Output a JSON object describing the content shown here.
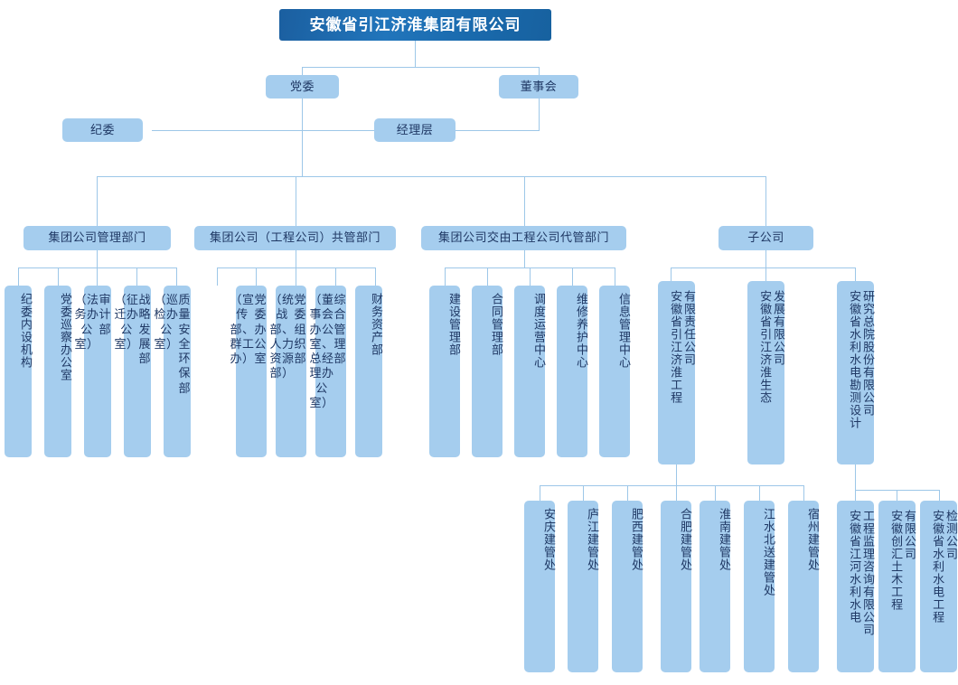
{
  "root": {
    "label": "安徽省引江济淮集团有限公司"
  },
  "level2": [
    {
      "name": "party-committee",
      "label": "党委"
    },
    {
      "name": "board-of-directors",
      "label": "董事会"
    }
  ],
  "level3": [
    {
      "name": "discipline-committee",
      "label": "纪委"
    },
    {
      "name": "management-layer",
      "label": "经理层"
    }
  ],
  "categories": [
    {
      "name": "group-management-departments",
      "label": "集团公司管理部门"
    },
    {
      "name": "jointly-managed-departments",
      "label": "集团公司（工程公司）共管部门"
    },
    {
      "name": "delegated-departments",
      "label": "集团公司交由工程公司代管部门"
    },
    {
      "name": "subsidiaries",
      "label": "子公司"
    }
  ],
  "group1": [
    {
      "name": "dept-discipline-internal",
      "main": "纪委内设机构",
      "sub": ""
    },
    {
      "name": "dept-party-inspection-office",
      "main": "党委巡察办公室",
      "sub": ""
    },
    {
      "name": "dept-audit",
      "main": "审计部",
      "sub": "（法务办公室）"
    },
    {
      "name": "dept-strategic-development",
      "main": "战略发展部",
      "sub": "（征迁办公室）"
    },
    {
      "name": "dept-quality-safety-environment",
      "main": "质量安全环保部",
      "sub": "（巡检办公室）"
    }
  ],
  "group2": [
    {
      "name": "dept-party-committee-office",
      "main": "党委办公室",
      "sub": "（宣传部、群工办）"
    },
    {
      "name": "dept-party-organization",
      "main": "党委组织部",
      "sub": "（统战部、人力资源部）"
    },
    {
      "name": "dept-general-management",
      "main": "综合管理部",
      "sub": "（董事会办公室、总经理办公室）"
    },
    {
      "name": "dept-finance-assets",
      "main": "财务资产部",
      "sub": ""
    }
  ],
  "group3": [
    {
      "name": "dept-construction-management",
      "main": "建设管理部",
      "sub": ""
    },
    {
      "name": "dept-contract-management",
      "main": "合同管理部",
      "sub": ""
    },
    {
      "name": "center-dispatch-operation",
      "main": "调度运营中心",
      "sub": ""
    },
    {
      "name": "center-maintenance",
      "main": "维修养护中心",
      "sub": ""
    },
    {
      "name": "center-information-management",
      "main": "信息管理中心",
      "sub": ""
    }
  ],
  "subsidiaries": [
    {
      "name": "sub-yjjh-engineering",
      "col_right": "有限责任公司",
      "col_left": "安徽省引江济淮工程"
    },
    {
      "name": "sub-yjjh-ecology",
      "col_right": "发展有限公司",
      "col_left": "安徽省引江济淮生态"
    },
    {
      "name": "sub-water-design-institute",
      "col_right": "研究总院股份有限公司",
      "col_left": "安徽省水利水电勘测设计"
    }
  ],
  "construction_offices": [
    {
      "name": "office-anqing",
      "label": "安庆建管处"
    },
    {
      "name": "office-lujiang",
      "label": "庐江建管处"
    },
    {
      "name": "office-feixi",
      "label": "肥西建管处"
    },
    {
      "name": "office-hefei",
      "label": "合肥建管处"
    },
    {
      "name": "office-huainan",
      "label": "淮南建管处"
    },
    {
      "name": "office-jiangshuibeisong",
      "label": "江水北送建管处"
    },
    {
      "name": "office-suzhou",
      "label": "宿州建管处"
    }
  ],
  "design_subsidiaries": [
    {
      "name": "sub-jianghe-supervision",
      "col_right": "工程监理咨询有限公司",
      "col_left": "安徽省江河水利水电"
    },
    {
      "name": "sub-chuanghui-civil",
      "col_right": "有限公司",
      "col_left": "安徽创汇土木工程"
    },
    {
      "name": "sub-testing-company",
      "col_right": "检测公司",
      "col_left": "安徽省水利水电工程"
    }
  ],
  "colors": {
    "root_box": "#1b66a8",
    "node_box": "#a5cdee",
    "connector": "#9dc7e8",
    "text_dark": "#1f3864",
    "text_light": "#ffffff",
    "background": "#ffffff"
  }
}
